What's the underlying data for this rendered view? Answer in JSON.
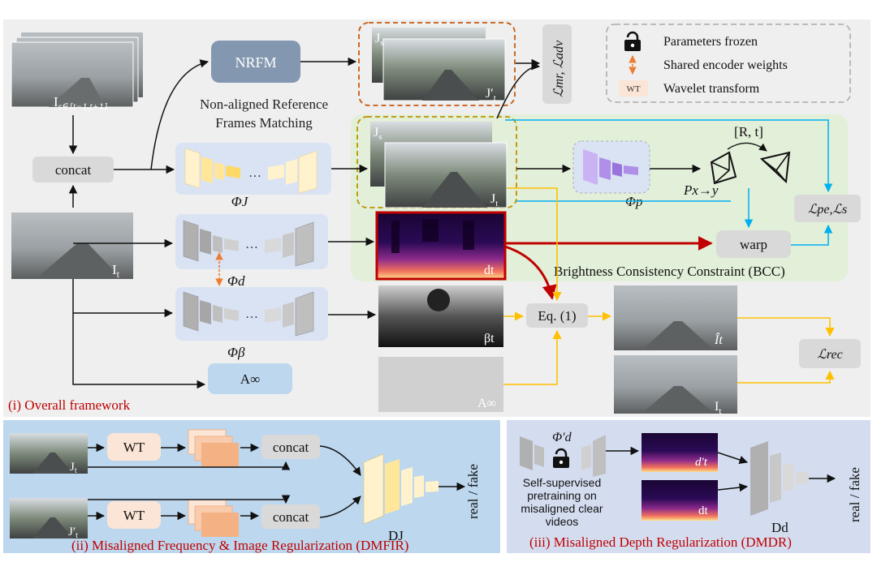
{
  "legend": {
    "frozen": "Parameters frozen",
    "shared": "Shared encoder weights",
    "wt_badge": "WT",
    "wavelet": "Wavelet transform"
  },
  "top": {
    "input_ref_label": "I",
    "input_ref_sub": "s∈[t−1,t+1]",
    "concat": "concat",
    "nrfm": "NRFM",
    "nrfm_caption_1": "Non-aligned Reference",
    "nrfm_caption_2": "Frames Matching",
    "js_label": "J",
    "js_sub": "s",
    "jt_prime_label": "J′",
    "jt_prime_sub": "t",
    "loss_mr_adv": "ℒmr, ℒadv",
    "phi_j": "ΦJ",
    "jt_label": "J",
    "jt_sub": "t",
    "phi_p": "Φp",
    "pose": "[R, t]",
    "pxy": "Px→y",
    "loss_pe_s": "ℒpe,ℒs",
    "warp": "warp",
    "bcc": "Brightness Consistency Constraint (BCC)",
    "it_label": "I",
    "it_sub": "t",
    "phi_d": "Φd",
    "dt": "dt",
    "phi_beta": "Φβ",
    "beta_t": "βt",
    "eq": "Eq. (1)",
    "it_hat": "Ît",
    "it2_label": "I",
    "it2_sub": "t",
    "loss_rec": "ℒrec",
    "a_inf": "A∞",
    "a_inf_img": "A∞",
    "section_i": "(i) Overall framework"
  },
  "bottom_left": {
    "jt_label": "J",
    "jt_sub": "t",
    "jt_prime_label": "J′",
    "jt_prime_sub": "t",
    "wt1": "WT",
    "wt2": "WT",
    "concat1": "concat",
    "concat2": "concat",
    "dj": "DJ",
    "real_fake": "real / fake",
    "section_ii": "(ii) Misaligned Frequency & Image Regularization  (DMFIR)"
  },
  "bottom_right": {
    "phi_d_prime": "Φ′d",
    "pretrain_1": "Self-supervised",
    "pretrain_2": "pretraining  on",
    "pretrain_3": "misaligned clear",
    "pretrain_4": "videos",
    "dt_prime": "d′t",
    "dt": "dt",
    "dd": "Dd",
    "real_fake": "real / fake",
    "section_iii": "(iii) Misaligned Depth Regularization (DMDR)"
  },
  "colors": {
    "panel_top": "#efefef",
    "bcc_green": "#e2efd9",
    "encoder_bg": "#dae3f3",
    "bottom_left_bg": "#bdd7ee",
    "bottom_right_bg": "#d4ddf0",
    "section_red": "#c00000",
    "arrow_yellow": "#ffc000",
    "arrow_blue": "#00b0f0",
    "arrow_red": "#c00000",
    "nrfm_box": "#8497b0",
    "wt_box": "#fbe5d6",
    "purple": "#b08fe8",
    "encoder_yellow": "#fff2cc",
    "encoder_gray": "#bfbfbf"
  }
}
